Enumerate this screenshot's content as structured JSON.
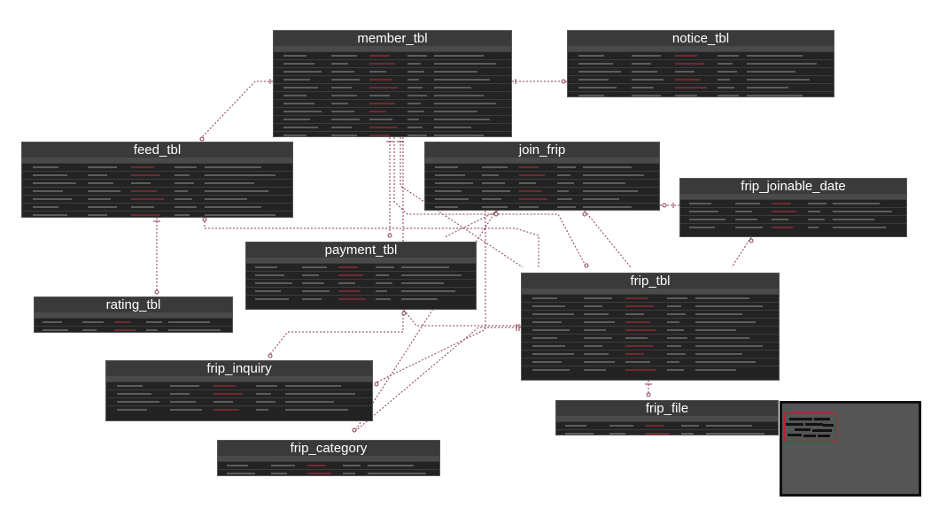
{
  "canvas": {
    "background": "#ffffff",
    "table_color": "#232323",
    "header_color": "#3a3a3a",
    "link_color": "#8a3a4a",
    "key_color": "#6e2a35"
  },
  "tables": {
    "member_tbl": {
      "name": "member_tbl",
      "rows": 11
    },
    "notice_tbl": {
      "name": "notice_tbl",
      "rows": 7
    },
    "feed_tbl": {
      "name": "feed_tbl",
      "rows": 7
    },
    "join_frip": {
      "name": "join_frip",
      "rows": 6
    },
    "frip_joinable_date": {
      "name": "frip_joinable_date",
      "rows": 4
    },
    "payment_tbl": {
      "name": "payment_tbl",
      "rows": 5
    },
    "frip_tbl": {
      "name": "frip_tbl",
      "rows": 10
    },
    "rating_tbl": {
      "name": "rating_tbl",
      "rows": 2
    },
    "frip_inquiry": {
      "name": "frip_inquiry",
      "rows": 4
    },
    "frip_file": {
      "name": "frip_file",
      "rows": 2
    },
    "frip_category": {
      "name": "frip_category",
      "rows": 2
    }
  },
  "minimap": {
    "view_color": "#c21a2a"
  }
}
